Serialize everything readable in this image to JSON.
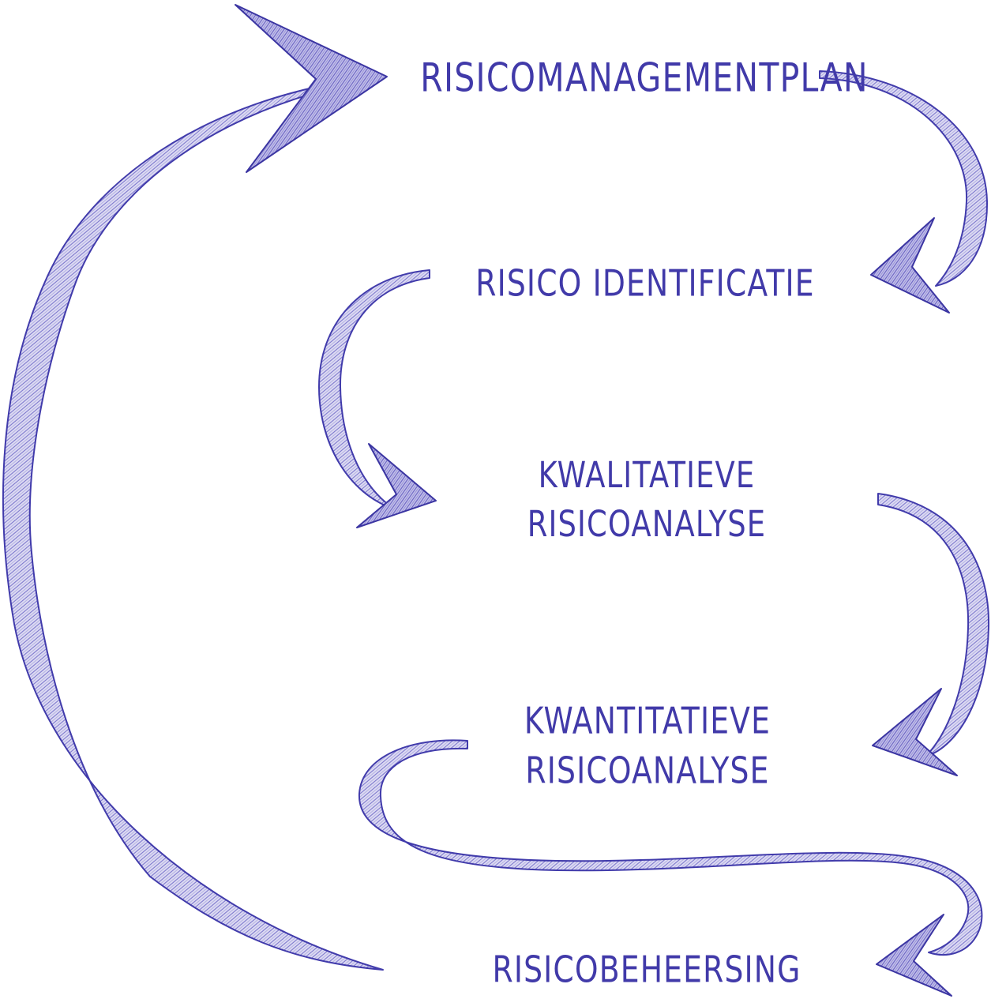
{
  "diagram": {
    "background": "#ffffff",
    "style": "hand-drawn blue pen sketch flow diagram",
    "colors": {
      "ink": "#413aa9",
      "hatch_fill": "#aaa5de",
      "outline": "#3b35a2"
    },
    "nodes": [
      {
        "id": "risicomanagementplan",
        "label": "RISICOMANAGEMENTPLAN"
      },
      {
        "id": "risico-identificatie",
        "label": "RISICO IDENTIFICATIE"
      },
      {
        "id": "kwalitatieve-risicoanalyse",
        "line1": "KWALITATIEVE",
        "line2": "RISICOANALYSE"
      },
      {
        "id": "kwantitatieve-risicoanalyse",
        "line1": "KWANTITATIEVE",
        "line2": "RISICOANALYSE"
      },
      {
        "id": "risicobeheersing",
        "label": "RISICOBEHEERSING"
      }
    ],
    "arrows": [
      {
        "name": "arrow-beheersing-to-plan",
        "from": "risicobeheersing",
        "to": "risicomanagementplan",
        "shape": "large left arc pointing up-right"
      },
      {
        "name": "arrow-plan-to-identificatie",
        "from": "risicomanagementplan",
        "to": "risico-identificatie",
        "shape": "right C-curve pointing down-left"
      },
      {
        "name": "arrow-identificatie-to-kwalitatieve",
        "from": "risico-identificatie",
        "to": "kwalitatieve-risicoanalyse",
        "shape": "left C-curve pointing down-right"
      },
      {
        "name": "arrow-kwalitatieve-to-kwantitatieve",
        "from": "kwalitatieve-risicoanalyse",
        "to": "kwantitatieve-risicoanalyse",
        "shape": "right C-curve pointing down-left"
      },
      {
        "name": "arrow-kwantitatieve-to-beheersing",
        "from": "kwantitatieve-risicoanalyse",
        "to": "risicobeheersing",
        "shape": "S-sweep across bottom pointing left"
      }
    ]
  }
}
